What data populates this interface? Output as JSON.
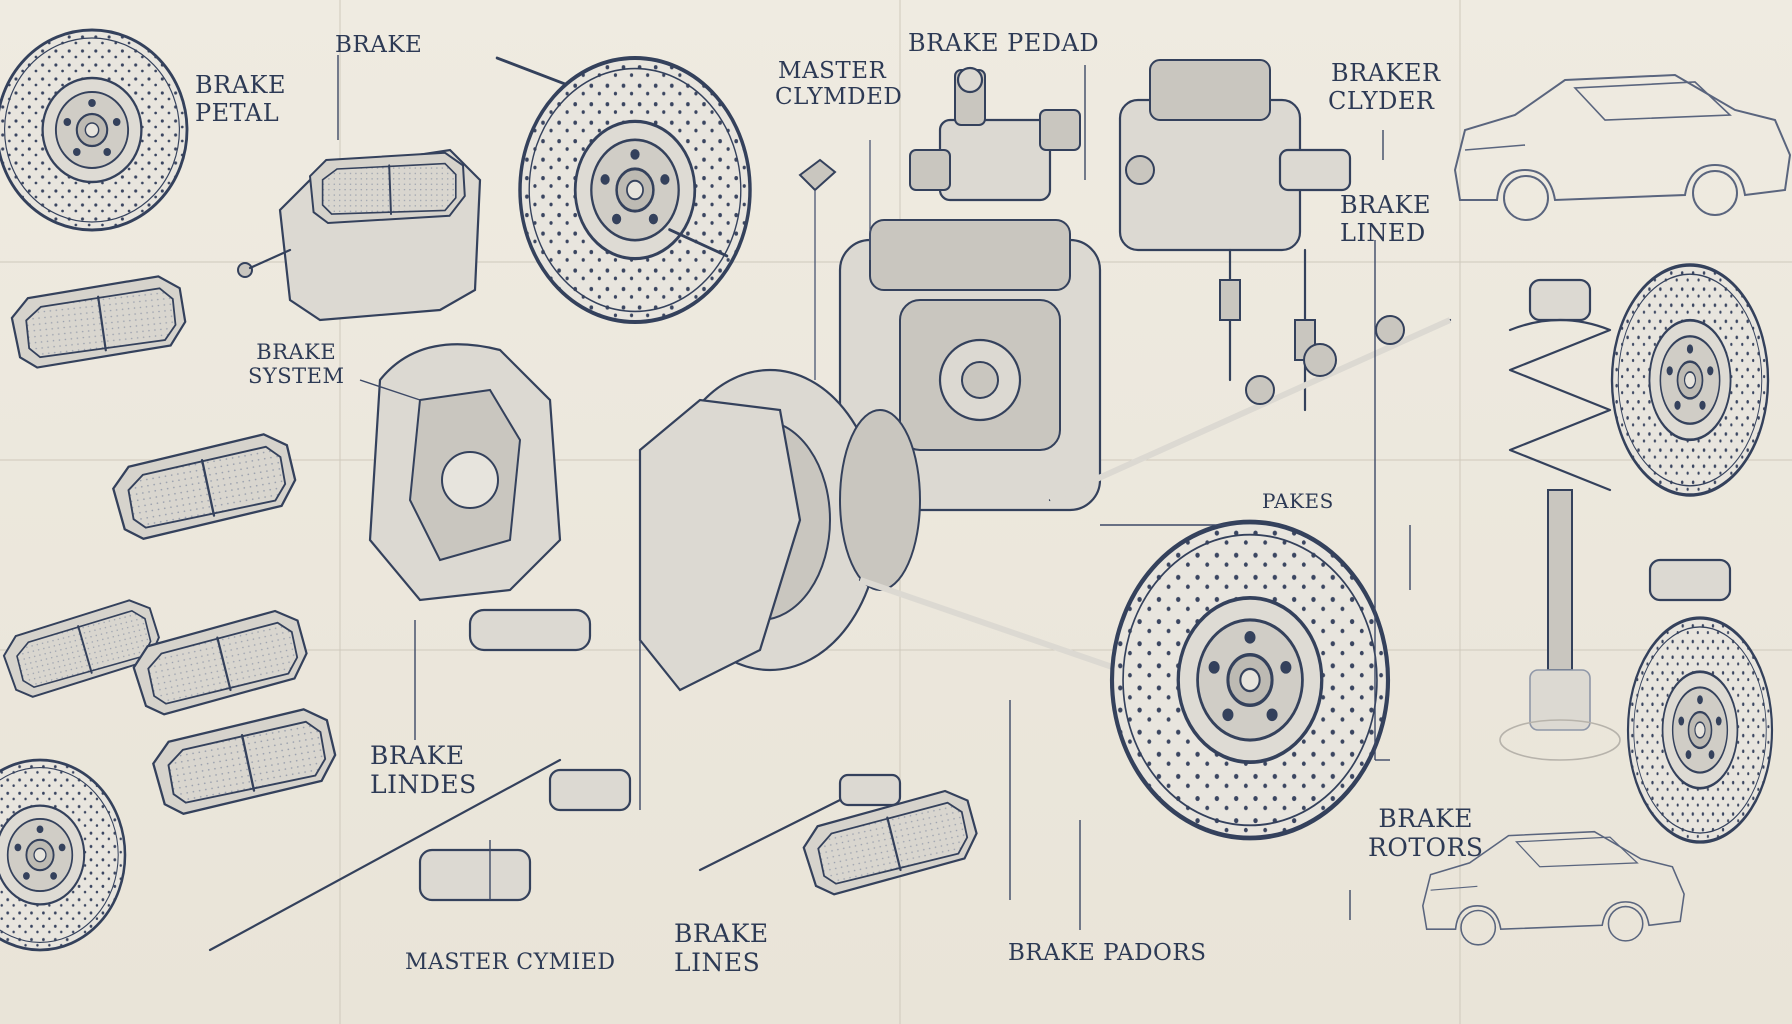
{
  "labels": {
    "brake_top": "BRAKE",
    "brake_petal_1": "BRAKE",
    "brake_petal_2": "PETAL",
    "master_clymded_1": "MASTER",
    "master_clymded_2": "CLYMDED",
    "brake_pedad": "BRAKE PEDAD",
    "braker_clyder_1": "BRAKER",
    "braker_clyder_2": "CLYDER",
    "brake_lined_1": "BRAKE",
    "brake_lined_2": "LINED",
    "brake_system_1": "BRAKE",
    "brake_system_2": "SYSTEM",
    "pakes": "PAKES",
    "brake_lindes_1": "BRAKE",
    "brake_lindes_2": "LINDES",
    "master_cymied": "MASTER CYMIED",
    "brake_lines_1": "BRAKE",
    "brake_lines_2": "LINES",
    "brake_pador": "BRAKE PADORS",
    "brake_rotors_1": "BRAKE",
    "brake_rotors_2": "ROTORS"
  },
  "colors": {
    "paper": "#ece7dc",
    "ink": "#34415c",
    "metal": "#dcd9d2"
  }
}
